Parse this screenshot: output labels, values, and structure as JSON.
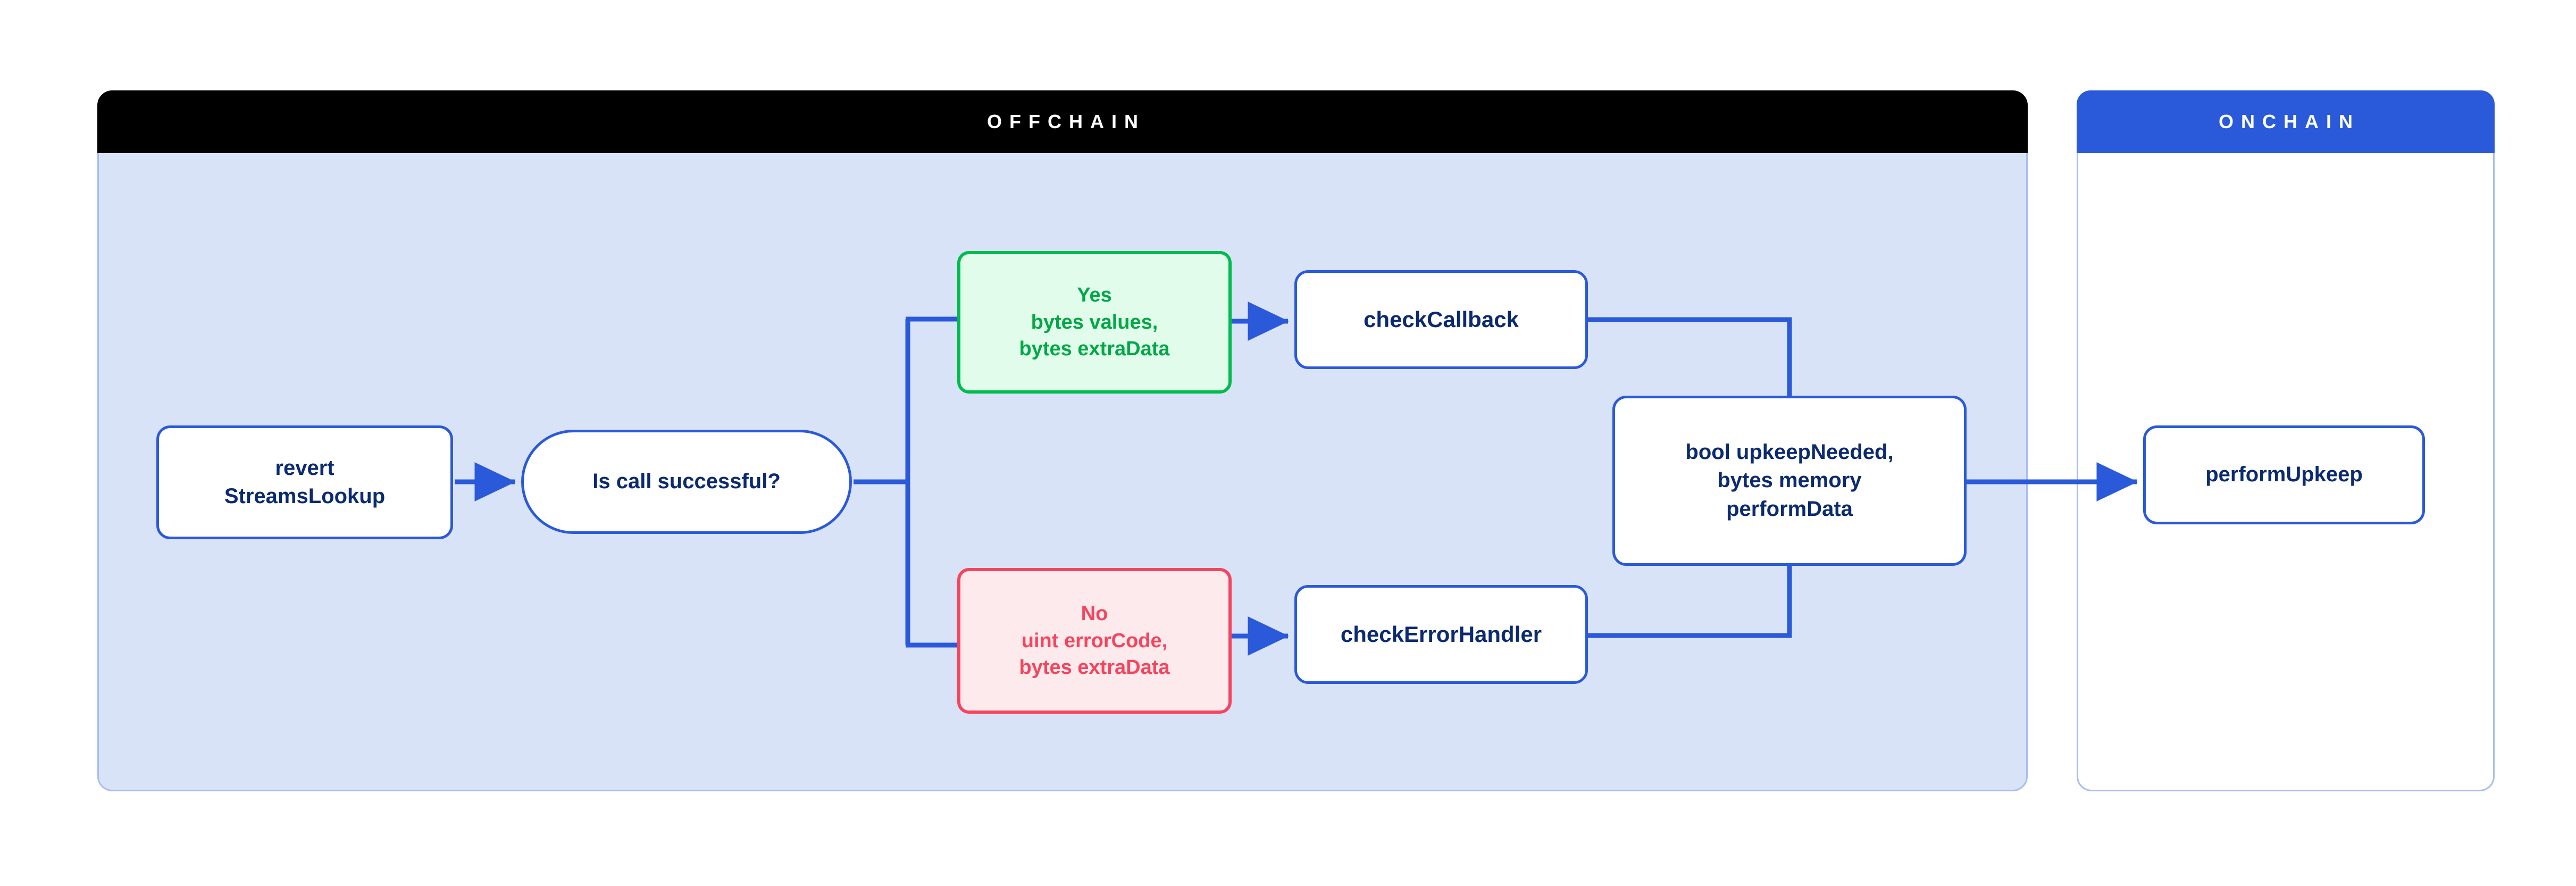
{
  "diagram": {
    "title_offchain": "OFFCHAIN",
    "title_onchain": "ONCHAIN",
    "colors": {
      "offchain_header_bg": "#000000",
      "onchain_header_bg": "#2a5ada",
      "offchain_panel_bg": "#d9e3f8",
      "onchain_panel_bg": "#ffffff",
      "panel_border": "#a8bdee",
      "node_border_blue": "#2a5ada",
      "node_text_blue": "#0b2a70",
      "success_green": "#00a846",
      "success_green_bg": "#e2fcec",
      "error_red": "#f5445e",
      "error_red_bg": "#fdeaec",
      "connector_blue": "#2a5ada"
    },
    "nodes": {
      "revert": "revert\nStreamsLookup",
      "decision": "Is call successful?",
      "yes_branch": "Yes\nbytes values,\nbytes extraData",
      "no_branch": "No\nuint errorCode,\nbytes extraData",
      "check_callback": "checkCallback",
      "check_error_handler": "checkErrorHandler",
      "upkeep_result": "bool upkeepNeeded,\nbytes memory\nperformData",
      "perform_upkeep": "performUpkeep"
    },
    "edges": [
      {
        "from": "revert",
        "to": "decision",
        "arrow": true
      },
      {
        "from": "decision",
        "to": "yes_branch",
        "arrow": false
      },
      {
        "from": "decision",
        "to": "no_branch",
        "arrow": false
      },
      {
        "from": "yes_branch",
        "to": "check_callback",
        "arrow": true
      },
      {
        "from": "no_branch",
        "to": "check_error_handler",
        "arrow": true
      },
      {
        "from": "check_callback",
        "to": "upkeep_result",
        "arrow": false
      },
      {
        "from": "check_error_handler",
        "to": "upkeep_result",
        "arrow": false
      },
      {
        "from": "upkeep_result",
        "to": "perform_upkeep",
        "arrow": true
      }
    ]
  }
}
